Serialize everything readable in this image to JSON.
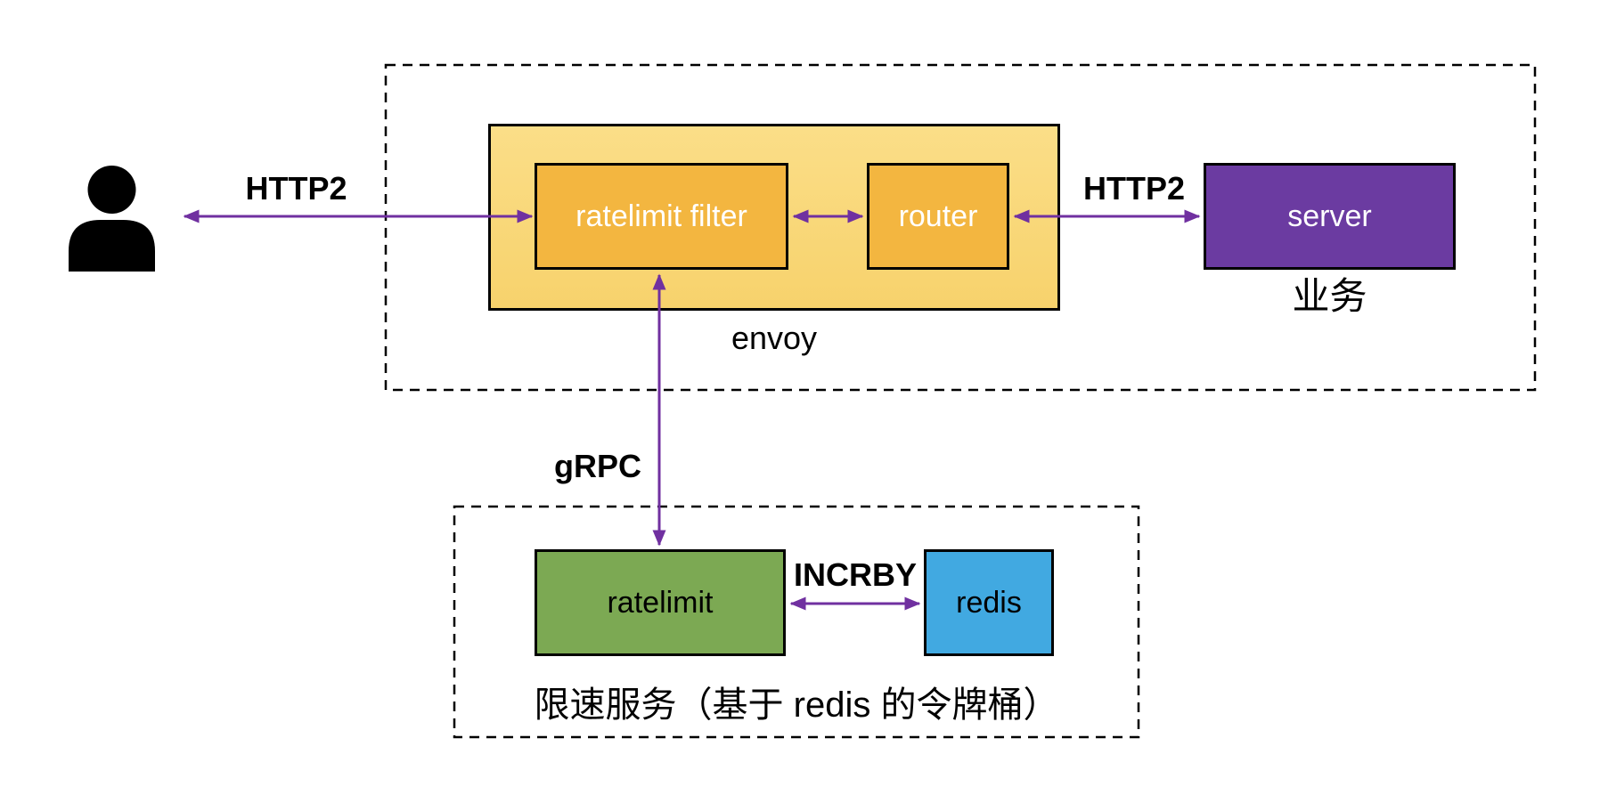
{
  "colors": {
    "canvas-bg": "#ffffff",
    "envoy-bg-light": "#FBDE88",
    "envoy-bg-dark": "#F7D26C",
    "orange-box": "#F3B640",
    "purple-box": "#6B3BA1",
    "green-box": "#7CA953",
    "blue-box": "#41A9E1",
    "arrow": "#7030A0",
    "border": "#000000",
    "text-dark": "#000000",
    "text-light": "#ffffff"
  },
  "diagram": {
    "groups": {
      "envoy": {
        "label": "envoy"
      },
      "ratelimit_service": {
        "caption": "限速服务（基于 redis 的令牌桶）"
      }
    },
    "nodes": {
      "ratelimit_filter": {
        "label": "ratelimit filter"
      },
      "router": {
        "label": "router"
      },
      "server": {
        "label": "server",
        "sublabel": "业务"
      },
      "ratelimit": {
        "label": "ratelimit"
      },
      "redis": {
        "label": "redis"
      }
    },
    "edges": {
      "client_filter": {
        "label": "HTTP2"
      },
      "router_server": {
        "label": "HTTP2"
      },
      "filter_ratelimit": {
        "label": "gRPC"
      },
      "ratelimit_redis": {
        "label": "INCRBY"
      }
    }
  }
}
